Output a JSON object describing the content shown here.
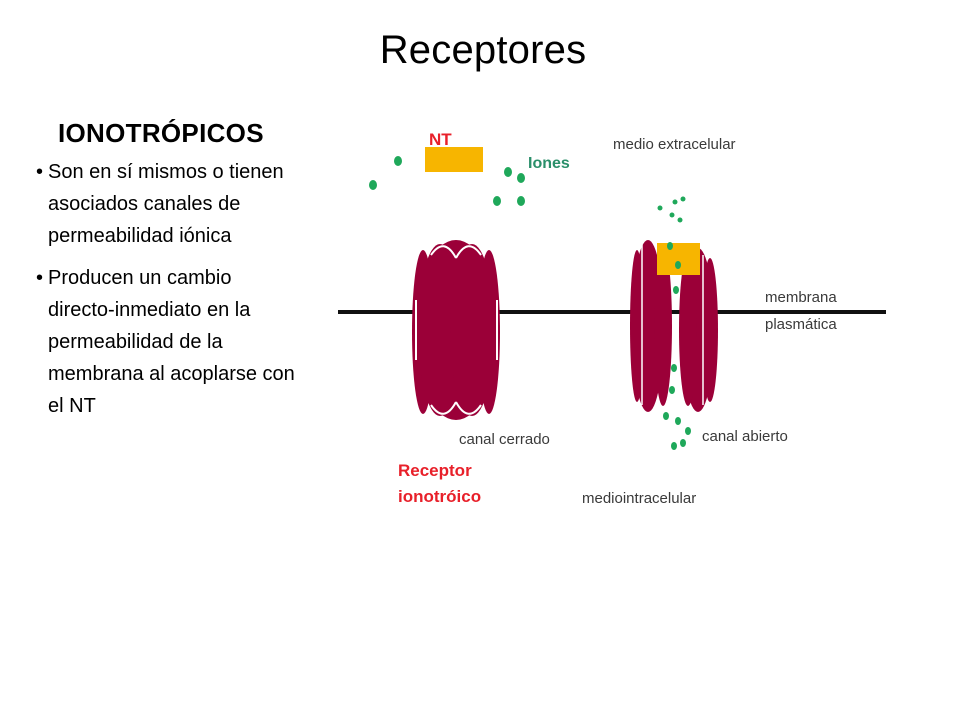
{
  "slide": {
    "title": "Receptores",
    "subtitle": "IONOTRÓPICOS",
    "bullets": [
      "Son en sí mismos o tienen asociados canales de permeabilidad iónica",
      "Producen un cambio directo-inmediato en la permeabilidad de la membrana al acoplarse con el NT"
    ]
  },
  "diagram": {
    "nt_label": "NT",
    "ions_label": "Iones",
    "extracellular_label": "medio extracelular",
    "membrane_label_line1": "membrana",
    "membrane_label_line2": "plasmática",
    "closed_channel_label": "canal cerrado",
    "open_channel_label": "canal abierto",
    "receptor_label_line1": "Receptor",
    "receptor_label_line2": "ionotróico",
    "intracellular_label": "mediointracelular",
    "colors": {
      "receptor": "#9b0038",
      "neurotransmitter": "#f7b500",
      "ion": "#1fa85a",
      "membrane": "#111111",
      "receptor_label": "#e8202a"
    }
  }
}
